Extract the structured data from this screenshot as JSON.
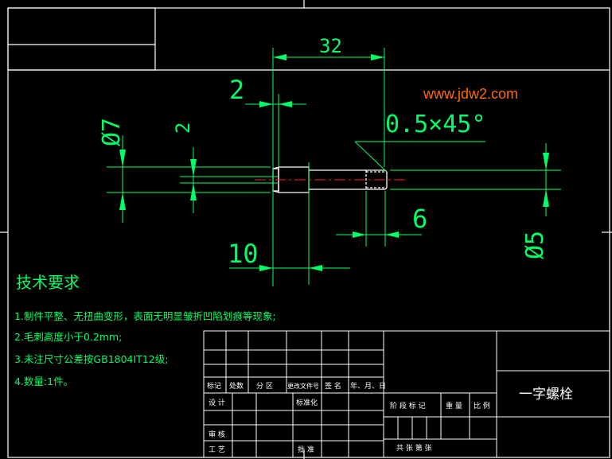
{
  "watermark": "www.jdw2.com",
  "watermark_color": "#ff6a00",
  "dimensions": {
    "length_total": "32",
    "head_length": "2",
    "head_diameter": "Ø7",
    "slot_depth": "2",
    "chamfer": "0.5×45°",
    "thread_length": "6",
    "shank_diameter": "Ø5",
    "head_offset": "10"
  },
  "tech_requirements": {
    "title": "技术要求",
    "items": [
      "1.制件平整、无扭曲变形，表面无明显皱折凹陷划痕等现象;",
      "2.毛刺高度小于0.2mm;",
      "3.未注尺寸公差按GB1804IT12级;",
      "4.数量:1件。"
    ]
  },
  "title_block": {
    "part_name": "一字螺栓",
    "header_row": [
      "标记",
      "处数",
      "分 区",
      "更改文件号",
      "签 名",
      "年、月、日"
    ],
    "design": "设 计",
    "standardize": "标准化",
    "stage_mark": "阶 段 标 记",
    "weight": "重 量",
    "scale": "比 例",
    "review": "审 核",
    "process": "工 艺",
    "approve": "批 准",
    "sheets": "共    张  第    张"
  },
  "colors": {
    "line": "#00ff66",
    "frame": "#ffffff",
    "centerline": "#ff2020"
  }
}
